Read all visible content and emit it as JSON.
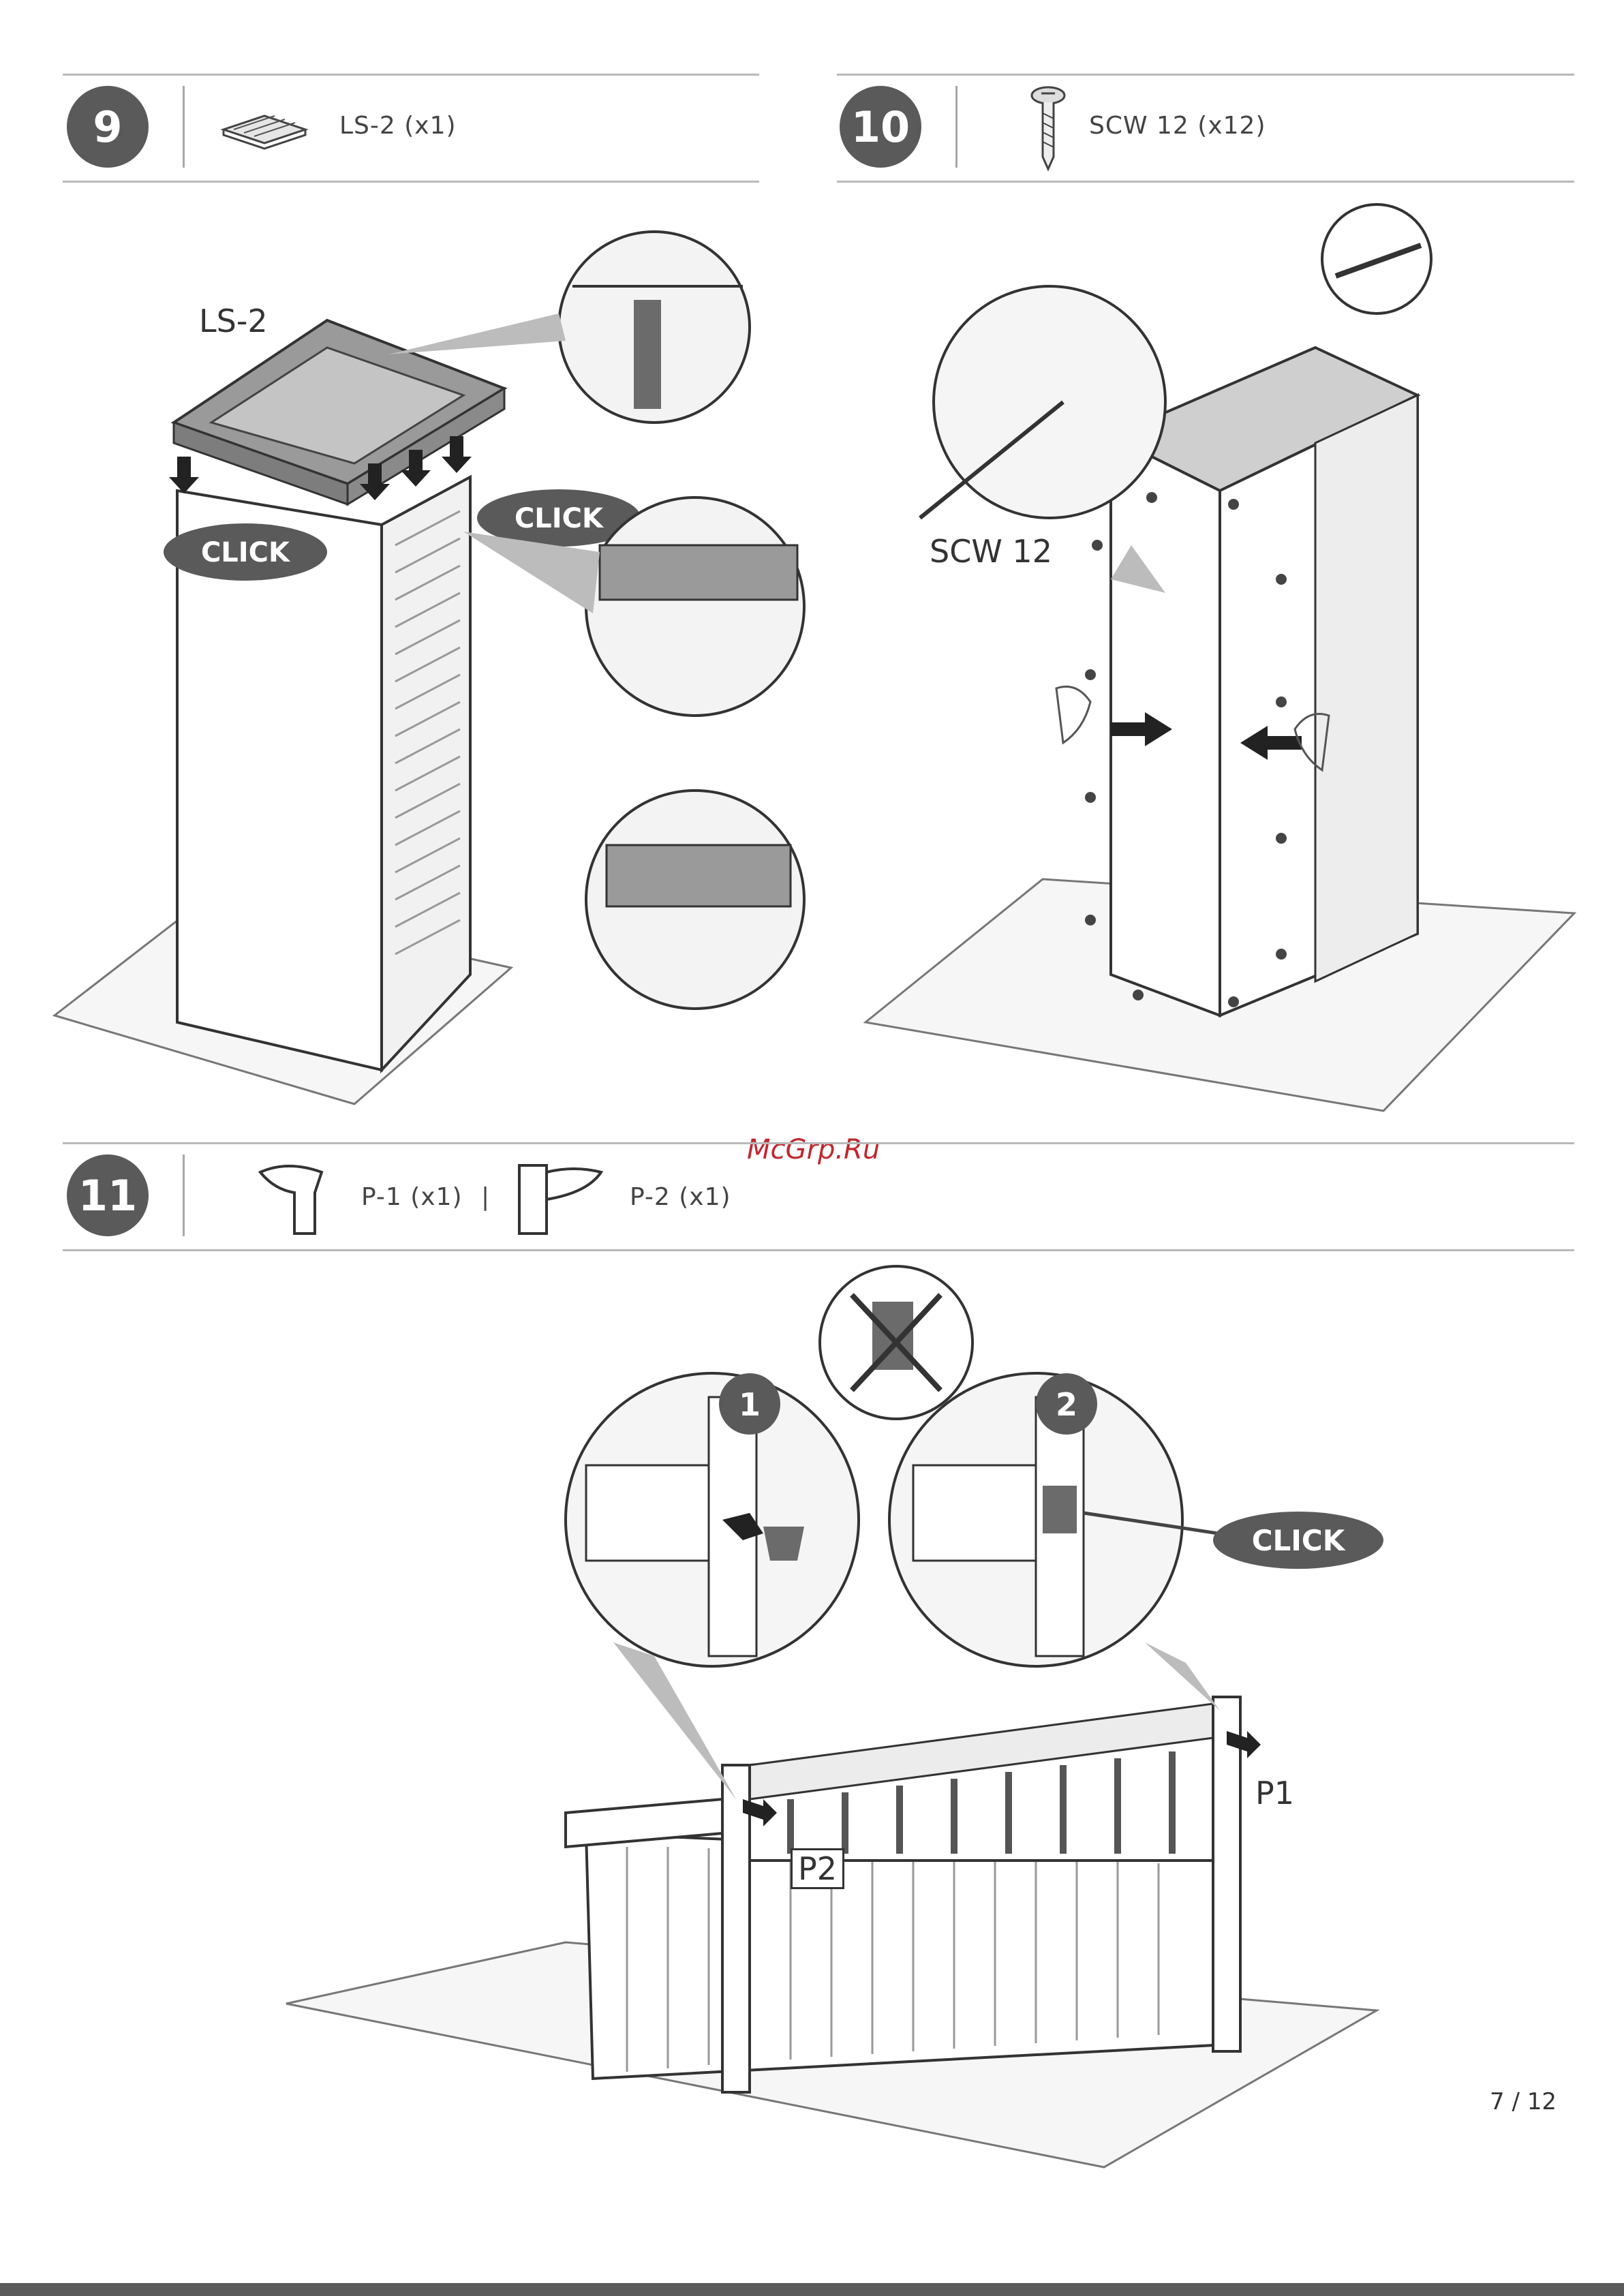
{
  "steps": [
    {
      "number": "9",
      "parts": [
        {
          "label": "LS-2 (x1)"
        }
      ],
      "callouts": {
        "part": "LS-2",
        "click": "CLICK"
      }
    },
    {
      "number": "10",
      "parts": [
        {
          "label": "SCW 12 (x12)"
        }
      ],
      "callouts": {
        "part": "SCW 12"
      }
    },
    {
      "number": "11",
      "parts": [
        {
          "label": "P-1 (x1)"
        },
        {
          "label": "P-2 (x1)"
        }
      ],
      "separator": "|",
      "callouts": {
        "sub1": "1",
        "sub2": "2",
        "click": "CLICK",
        "p1": "P1",
        "p2": "P2"
      }
    }
  ],
  "watermark": "McGrp.Ru",
  "page_number": "7 / 12",
  "colors": {
    "badge": "#5a5a5a",
    "rule": "#b9b9b9",
    "watermark": "#c0282f",
    "pill": "#5a5a5a"
  },
  "icons": [
    "ls-2-part-icon",
    "screw-icon",
    "screwdriver-icon",
    "p1-cap-icon",
    "p2-cap-icon",
    "not-allowed-x-icon",
    "arrow-icon",
    "hand-icon"
  ]
}
